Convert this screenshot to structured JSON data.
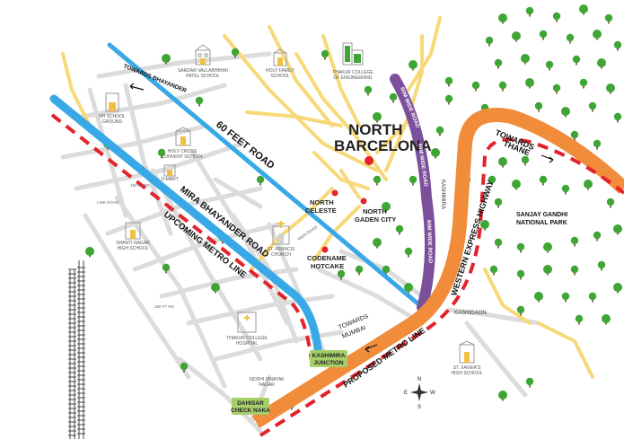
{
  "title": "NORTH BARCELONA",
  "title_line1": "NORTH",
  "title_line2": "BARCELONA",
  "roads": {
    "sixty_feet": "60 FEET ROAD",
    "mira_bhayander": "MIRA BHAYANDER ROAD",
    "upcoming_metro": "UPCOMING METRO LINE",
    "wide_road_1": "60M WIDE ROAD",
    "wide_road_2": "60M WIDE ROAD",
    "wide_road_3": "60M WIDE ROAD",
    "western_express": "WESTERN EXPRESS HIGHWAY",
    "proposed_metro": "PROPOSED METRO LINE",
    "towards_bhayander": "TOWARDS BHAYANDER",
    "towards_thane_1": "TOWARDS",
    "towards_thane_2": "THANE",
    "towards_mumbai_1": "TOWARDS",
    "towards_mumbai_2": "MUMBAI",
    "link_road": "LINK ROAD",
    "main_road": "MAIN ROAD",
    "small_road_1": "150 FT RD",
    "small_road_2": "150 FT RD"
  },
  "projects": {
    "north_celeste_1": "NORTH",
    "north_celeste_2": "CELESTE",
    "north_gaden_1": "NORTH",
    "north_gaden_2": "GADEN CITY",
    "codename_1": "CODENAME",
    "codename_2": "HOTCAKE"
  },
  "places": {
    "sardar_1": "SARDAR VALLABHBHAI",
    "sardar_2": "PATEL SCHOOL",
    "holy_family_1": "HOLY FAMILY",
    "holy_family_2": "SCHOOL",
    "thakur_1": "THAKUR COLLEGE",
    "thakur_2": "OF ENGINEERING",
    "nh_school_1": "NH SCHOOL",
    "nh_school_2": "GROUND",
    "holy_cross_1": "HOLY CROSS",
    "holy_cross_2": "CONVENT SCHOOL",
    "d_mart": "D-MART",
    "shanti_1": "SHANTI NAGAR",
    "shanti_2": "HIGH SCHOOL",
    "church_1": "ST. FRANCIS",
    "church_2": "CHURCH",
    "hospital_1": "THAKUR COLLEGE",
    "hospital_2": "HOSPITAL",
    "kashimira": "KASHIMIRA",
    "kashigaon": "KASHIGAON",
    "sanjay_1": "SANJAY GANDHI",
    "sanjay_2": "NATIONAL PARK",
    "st_xavier_1": "ST. XAVIER'S",
    "st_xavier_2": "HIGH SCHOOL",
    "siddhi_1": "SIDDHI VINAYAK",
    "siddhi_2": "NAGAR",
    "kashimira_jn_1": "KASHIMIRA",
    "kashimira_jn_2": "JUNCTION",
    "dahisar_1": "DAHISAR",
    "dahisar_2": "CHECK NAKA"
  },
  "compass": {
    "n": "N",
    "s": "S",
    "e": "E",
    "w": "W"
  },
  "colors": {
    "highway": "#f08c3a",
    "wide_road": "#7b4f9a",
    "blue_road": "#38a9e6",
    "metro": "#e2232b",
    "yellow_road": "#f7d978",
    "grey_road": "#d9d9d9",
    "tree": "#3fa535",
    "label_box": "#a6cf6a",
    "marker": "#e2232b"
  }
}
